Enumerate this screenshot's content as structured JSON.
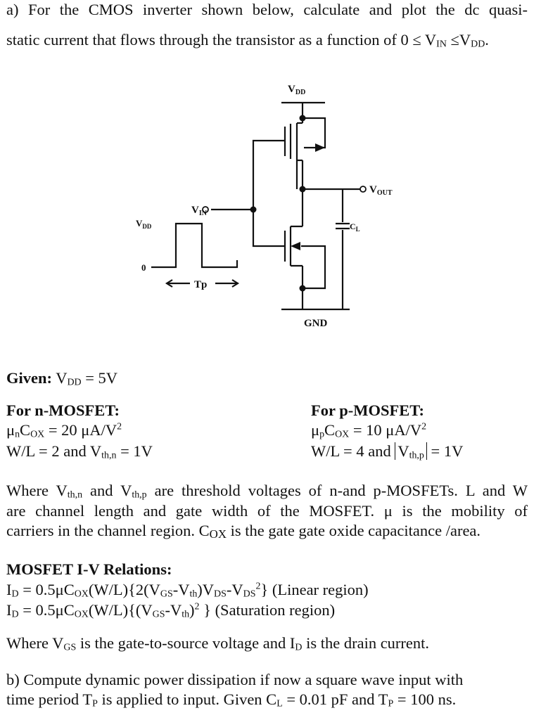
{
  "part_a": {
    "line1": "a) For the CMOS inverter shown below, calculate and plot the dc quasi-",
    "line2_pre": "static current that flows through the transistor as a function of 0 ≤ V",
    "line2_sub_in": "IN",
    "line2_mid": " ≤V",
    "line2_sub_dd": "DD",
    "line2_end": "."
  },
  "circuit": {
    "vdd_main": "V",
    "vdd_main_sub": "DD",
    "vin": "V",
    "vin_sub": "IN",
    "vout": "V",
    "vout_sub": "OUT",
    "cl": "C",
    "cl_sub": "L",
    "gnd": "GND",
    "pulse_vdd": "V",
    "pulse_vdd_sub": "DD",
    "pulse_zero": "0",
    "tp": "Tp"
  },
  "given": {
    "label": "Given:",
    "vdd_v": " V",
    "vdd_sub": "DD",
    "vdd_val": " = 5V"
  },
  "nmos": {
    "title": "For n-MOSFET:",
    "mu_a": "μ",
    "mu_sub": "n",
    "mu_b": "C",
    "mu_b_sub": "OX",
    "mu_val": " = 20 μA/V",
    "mu_sup": "2",
    "wl": "W/L = 2 and V",
    "wl_sub": "th,n",
    "wl_val": " = 1V"
  },
  "pmos": {
    "title": "For p-MOSFET:",
    "mu_a": "μ",
    "mu_sub": "p",
    "mu_b": "C",
    "mu_b_sub": "OX",
    "mu_val": " = 10 μA/V",
    "mu_sup": "2",
    "wl": "W/L = 4 and ",
    "wl_v": "V",
    "wl_sub": "th,p",
    "wl_val": " = 1V"
  },
  "where1": {
    "l1_a": "Where V",
    "l1_sub1": "th,n",
    "l1_b": " and V",
    "l1_sub2": "th,p",
    "l1_c": " are threshold voltages of n-and p-MOSFETs. L and W",
    "l2": "are channel length and gate width of the MOSFET. μ is the mobility of",
    "l3_a": "carriers in the channel region. C",
    "l3_sub": "OX",
    "l3_b": " is the gate gate oxide capacitance /area."
  },
  "iv": {
    "title": "MOSFET I-V Relations:",
    "lin_a": "I",
    "lin_sub_d": "D",
    "lin_b": " = 0.5μC",
    "lin_sub_ox": "OX",
    "lin_c": "(W/L){2(V",
    "lin_sub_gs": "GS",
    "lin_d": "-V",
    "lin_sub_th": "th",
    "lin_e": ")V",
    "lin_sub_ds": "DS",
    "lin_f": "-V",
    "lin_sub_ds2": "DS",
    "lin_sup": "2",
    "lin_g": "} (Linear region)",
    "sat_a": "I",
    "sat_sub_d": "D",
    "sat_b": " = 0.5μC",
    "sat_sub_ox": "OX",
    "sat_c": "(W/L){(V",
    "sat_sub_gs": "GS",
    "sat_d": "-V",
    "sat_sub_th": "th",
    "sat_e": ")",
    "sat_sup": "2",
    "sat_f": " } (Saturation region)",
    "where_a": "Where V",
    "where_sub_gs": "GS",
    "where_b": " is the gate-to-source voltage and I",
    "where_sub_d": "D",
    "where_c": " is the drain current."
  },
  "part_b": {
    "l1": "b) Compute dynamic power dissipation if now a square wave input with",
    "l2_a": "time period T",
    "l2_sub_p": "P",
    "l2_b": " is applied to input.  Given C",
    "l2_sub_l": "L",
    "l2_c": " = 0.01 pF and T",
    "l2_sub_p2": "P",
    "l2_d": " = 100 ns."
  }
}
